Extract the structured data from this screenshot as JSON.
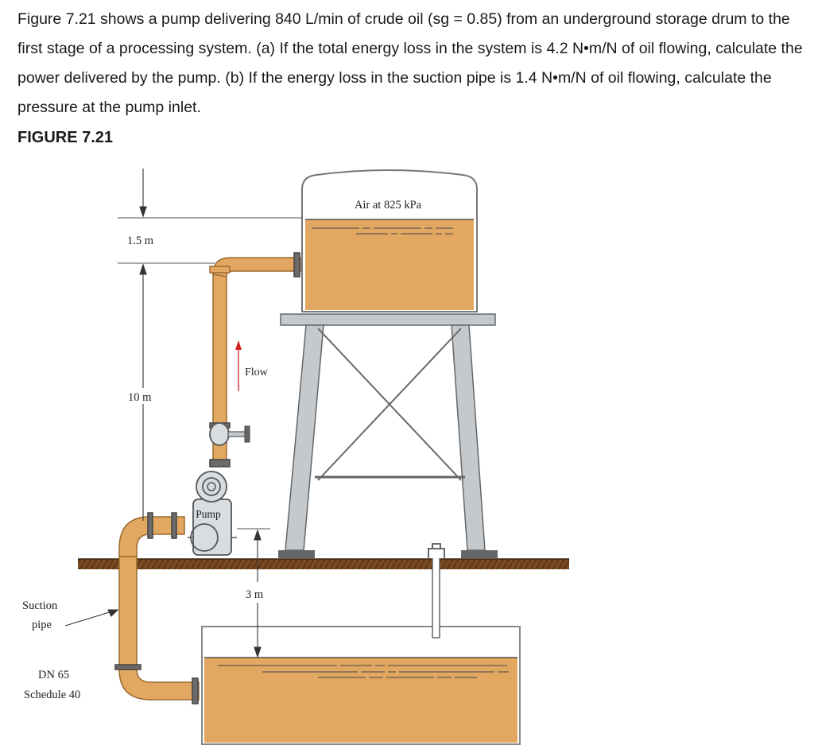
{
  "problem": {
    "text": "Figure 7.21 shows a pump delivering 840 L/min of crude oil (sg = 0.85) from an underground storage drum to the first stage of a processing system. (a) If the total energy loss in the system is 4.2 N•m/N of oil flowing, calculate the power delivered by the pump. (b) If the energy loss in the suction pipe is 1.4 N•m/N of oil flowing, calculate the pressure at the pump inlet."
  },
  "figure": {
    "caption": "FIGURE 7.21",
    "labels": {
      "air": "Air at 825 kPa",
      "dim_top": "1.5 m",
      "dim_mid": "10 m",
      "dim_bottom": "3 m",
      "flow": "Flow",
      "pump": "Pump",
      "suction_line1": "Suction",
      "suction_line2": "pipe",
      "dn_line1": "DN 65",
      "dn_line2": "Schedule 40"
    },
    "colors": {
      "oil": "#e2a862",
      "pipe": "#e2a862",
      "pipe_edge": "#9a6a30",
      "ground": "#7a4a22",
      "steel": "#c4c9ce",
      "flow_arrow": "#d42020"
    }
  }
}
